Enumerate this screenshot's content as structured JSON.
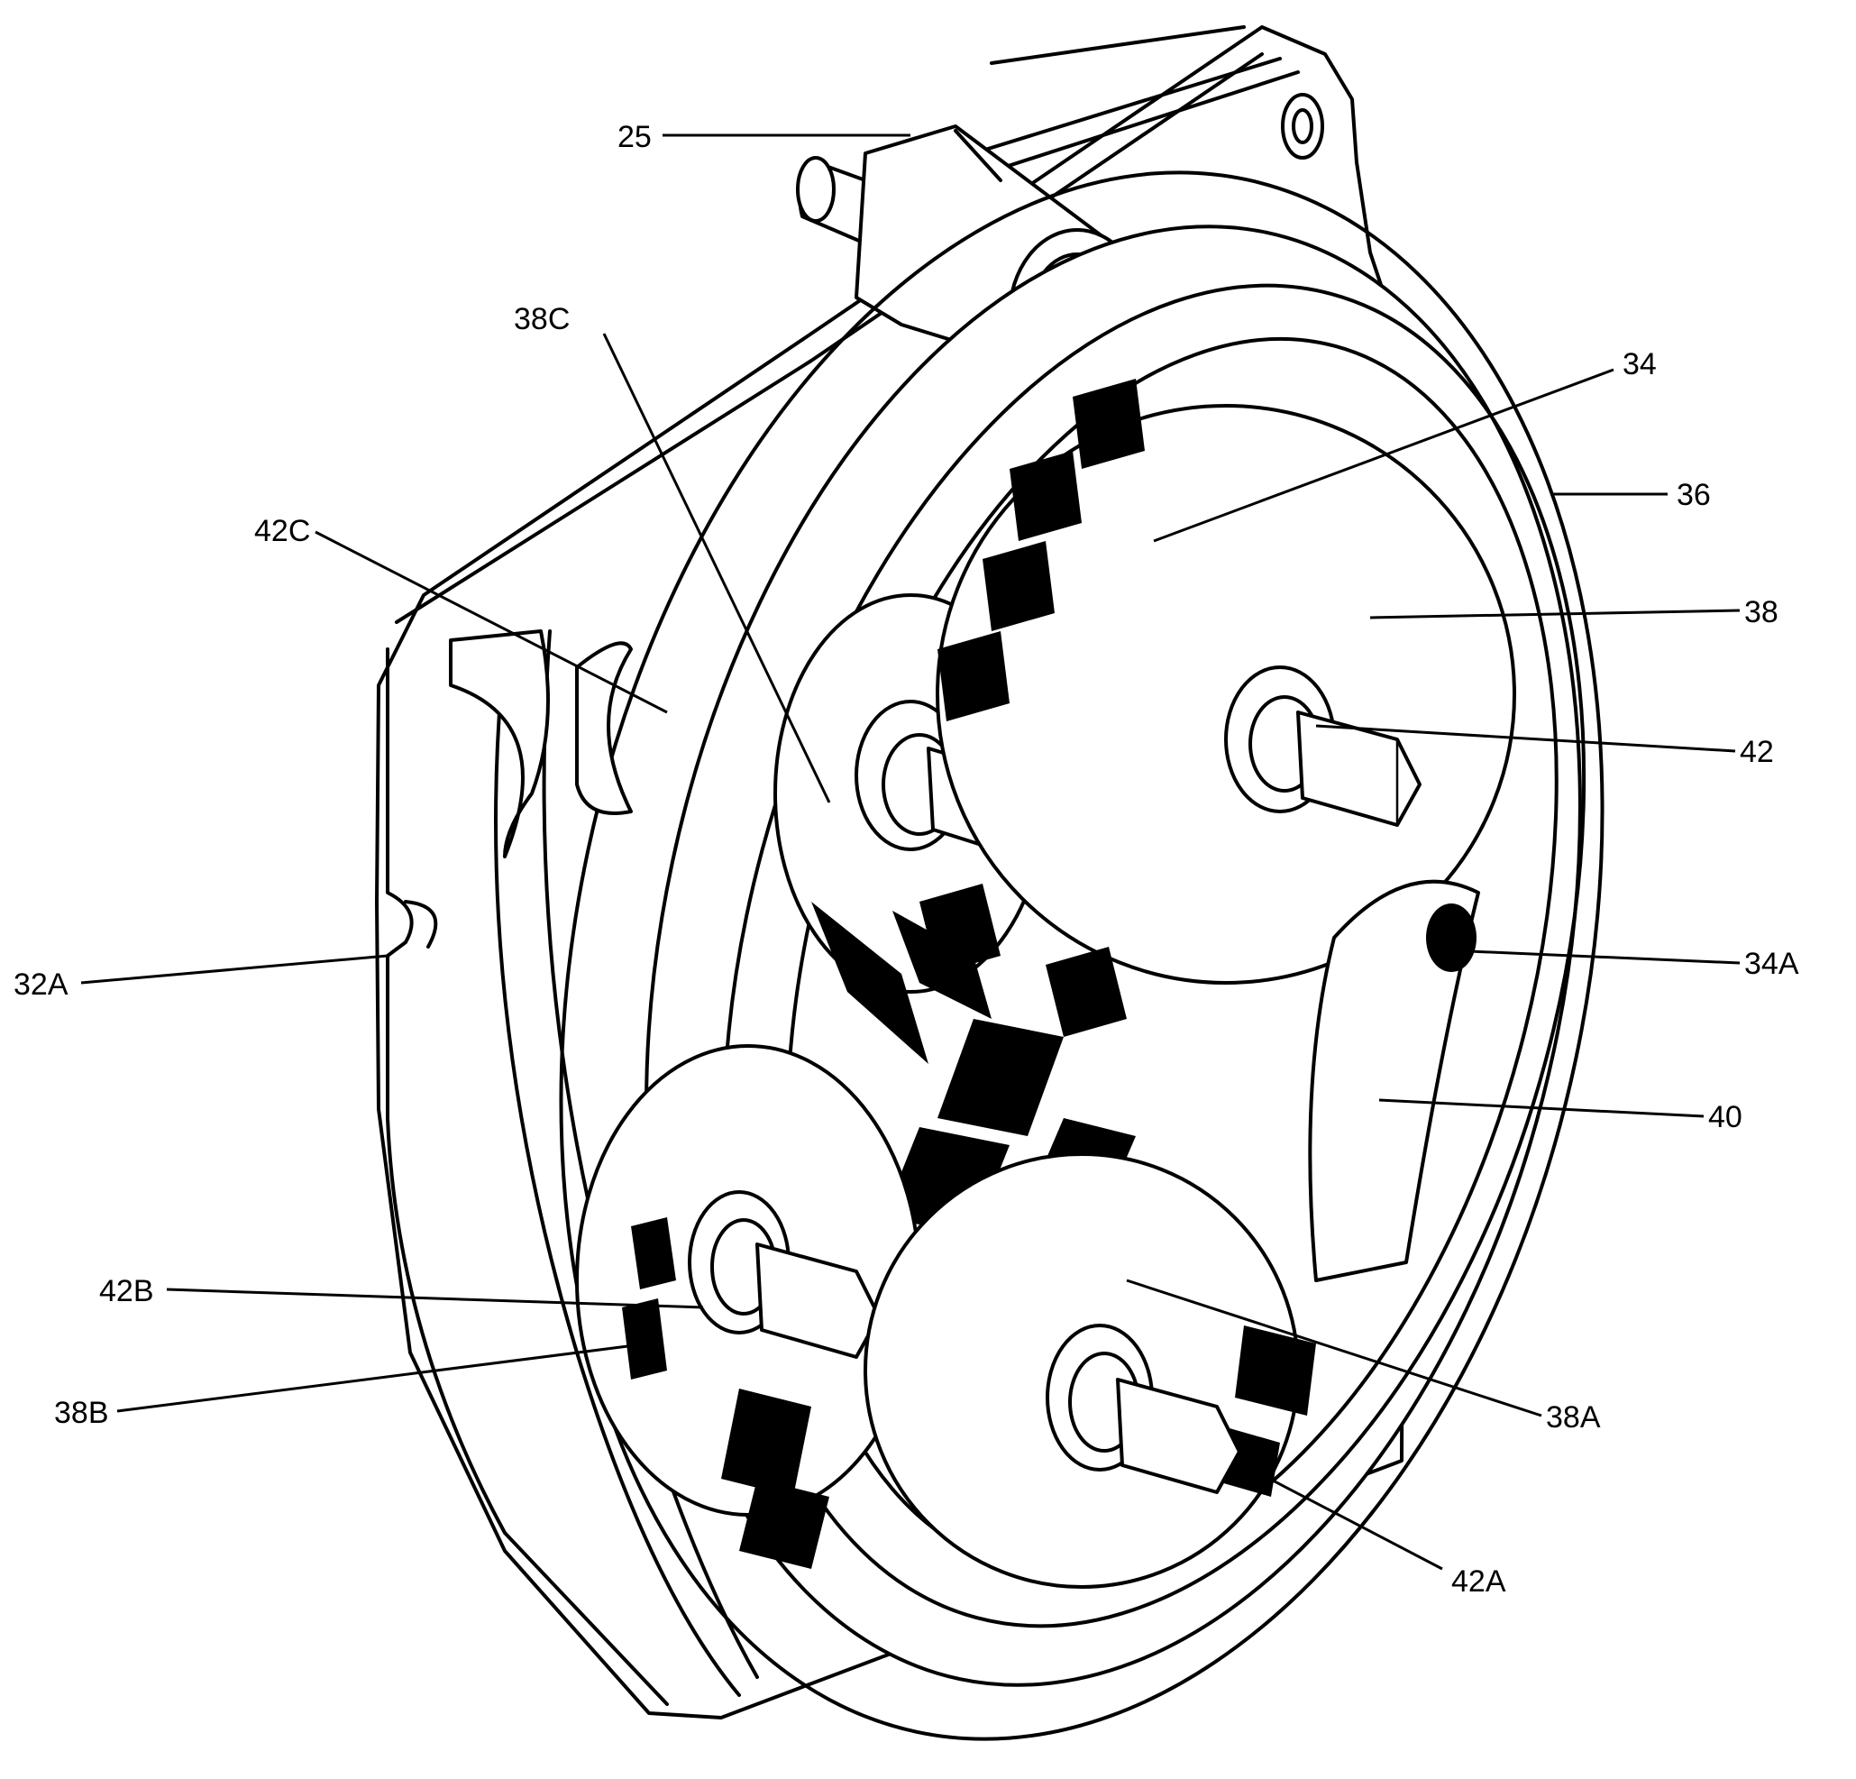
{
  "figure": {
    "labels": {
      "l25": "25",
      "l38c": "38C",
      "l34": "34",
      "l36": "36",
      "l38": "38",
      "l42": "42",
      "l42c": "42C",
      "l34a": "34A",
      "l32a": "32A",
      "l40": "40",
      "l42b": "42B",
      "l38b": "38B",
      "l38a": "38A",
      "l42a": "42A"
    }
  }
}
